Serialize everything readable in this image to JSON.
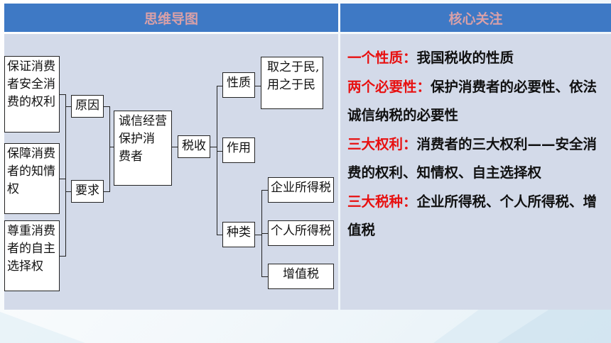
{
  "header": {
    "left_title": "思维导图",
    "right_title": "核心关注"
  },
  "mindmap": {
    "rights": [
      "保证消费\n者安全消\n费的权利",
      "保障消费\n者的知情\n权",
      "尊重消费\n者的自主\n选择权"
    ],
    "reason": "原因",
    "requirement": "要求",
    "center": "诚信经营\n保护消\n费者",
    "tax": "税收",
    "nature": "性质",
    "nature_desc": "取之于民,\n用之于民",
    "function": "作用",
    "types": "种类",
    "tax_types": [
      "企业所得税",
      "个人所得税",
      "增值税"
    ]
  },
  "focus": {
    "p1_key": "一个性质：",
    "p1_text": "我国税收的性质",
    "p2_key": "两个必要性：",
    "p2_text": "保护消费者的必要性、依法诚信纳税的必要性",
    "p3_key": "三大权利：",
    "p3_text": "消费者的三大权利——安全消费的权利、知情权、自主选择权",
    "p4_key": "三大税种：",
    "p4_text": "企业所得税、个人所得税、增值税"
  },
  "colors": {
    "header_bg": "#3e79c5",
    "header_text": "#d8a0a8",
    "cell_bg": "#d3dae9",
    "keyword": "#e81010"
  }
}
